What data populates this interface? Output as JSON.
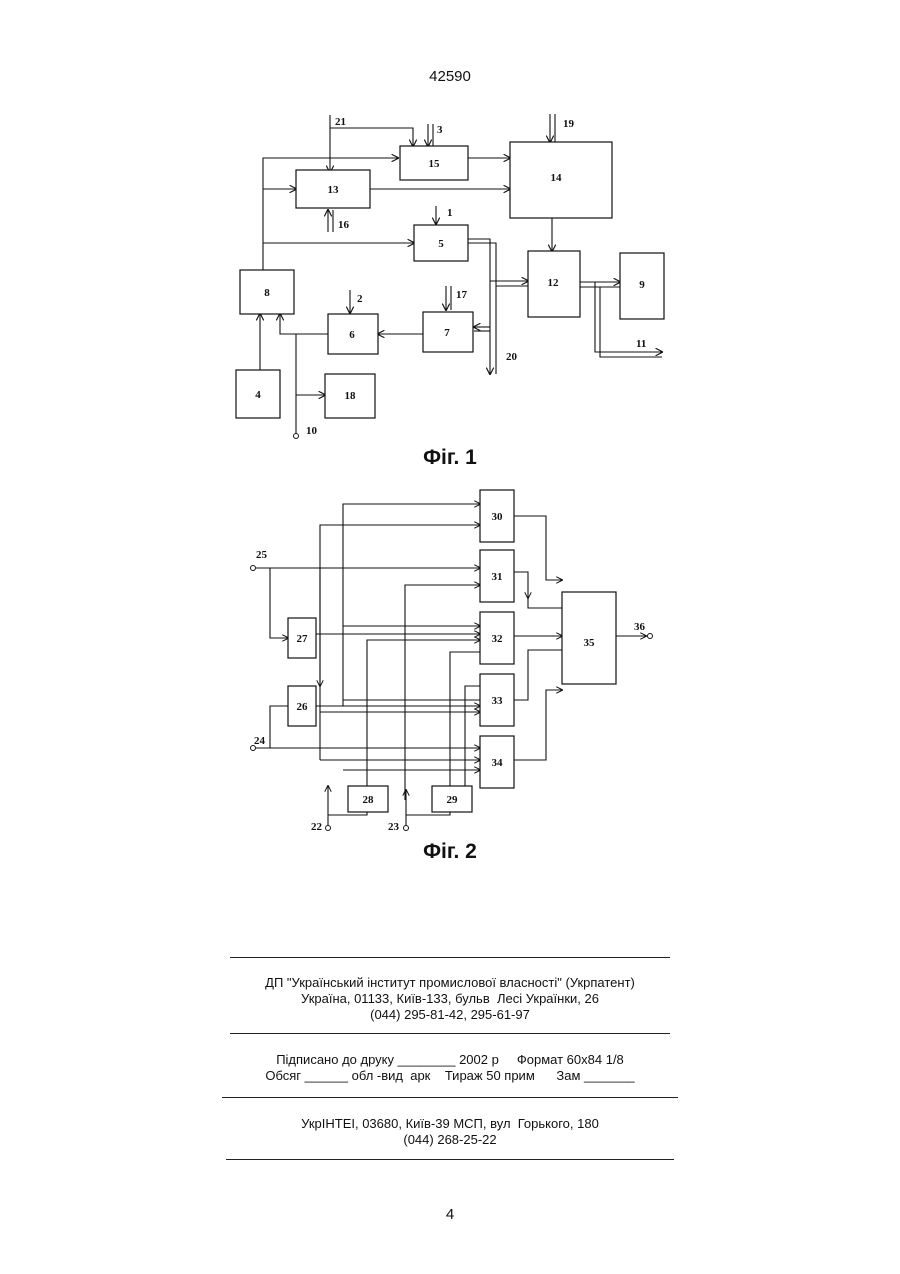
{
  "header": {
    "patent_number": "42590"
  },
  "figure1": {
    "caption": "Фіг. 1",
    "blocks": [
      "4",
      "5",
      "6",
      "7",
      "8",
      "9",
      "12",
      "13",
      "14",
      "15",
      "18"
    ],
    "signal_labels": [
      "1",
      "2",
      "3",
      "10",
      "11",
      "16",
      "17",
      "19",
      "20",
      "21"
    ]
  },
  "figure2": {
    "caption": "Фіг. 2",
    "blocks": [
      "26",
      "27",
      "28",
      "29",
      "30",
      "31",
      "32",
      "33",
      "34",
      "35"
    ],
    "signal_labels": [
      "22",
      "23",
      "24",
      "25",
      "36"
    ]
  },
  "imprint": {
    "publisher": [
      "ДП \"Український інститут промислової власності\" (Укрпатент)",
      "Україна, 01133, Київ-133, бульв  Лесі Українки, 26",
      "(044) 295-81-42, 295-61-97"
    ],
    "print_info": [
      "Підписано до друку ________ 2002 р     Формат 60х84 1/8",
      "Обсяг ______ обл -вид  арк    Тираж 50 прим      Зам _______"
    ],
    "printer": [
      "УкрІНТЕІ, 03680, Київ-39 МСП, вул  Горького, 180",
      "(044) 268-25-22"
    ]
  },
  "footer": {
    "page_number": "4"
  }
}
